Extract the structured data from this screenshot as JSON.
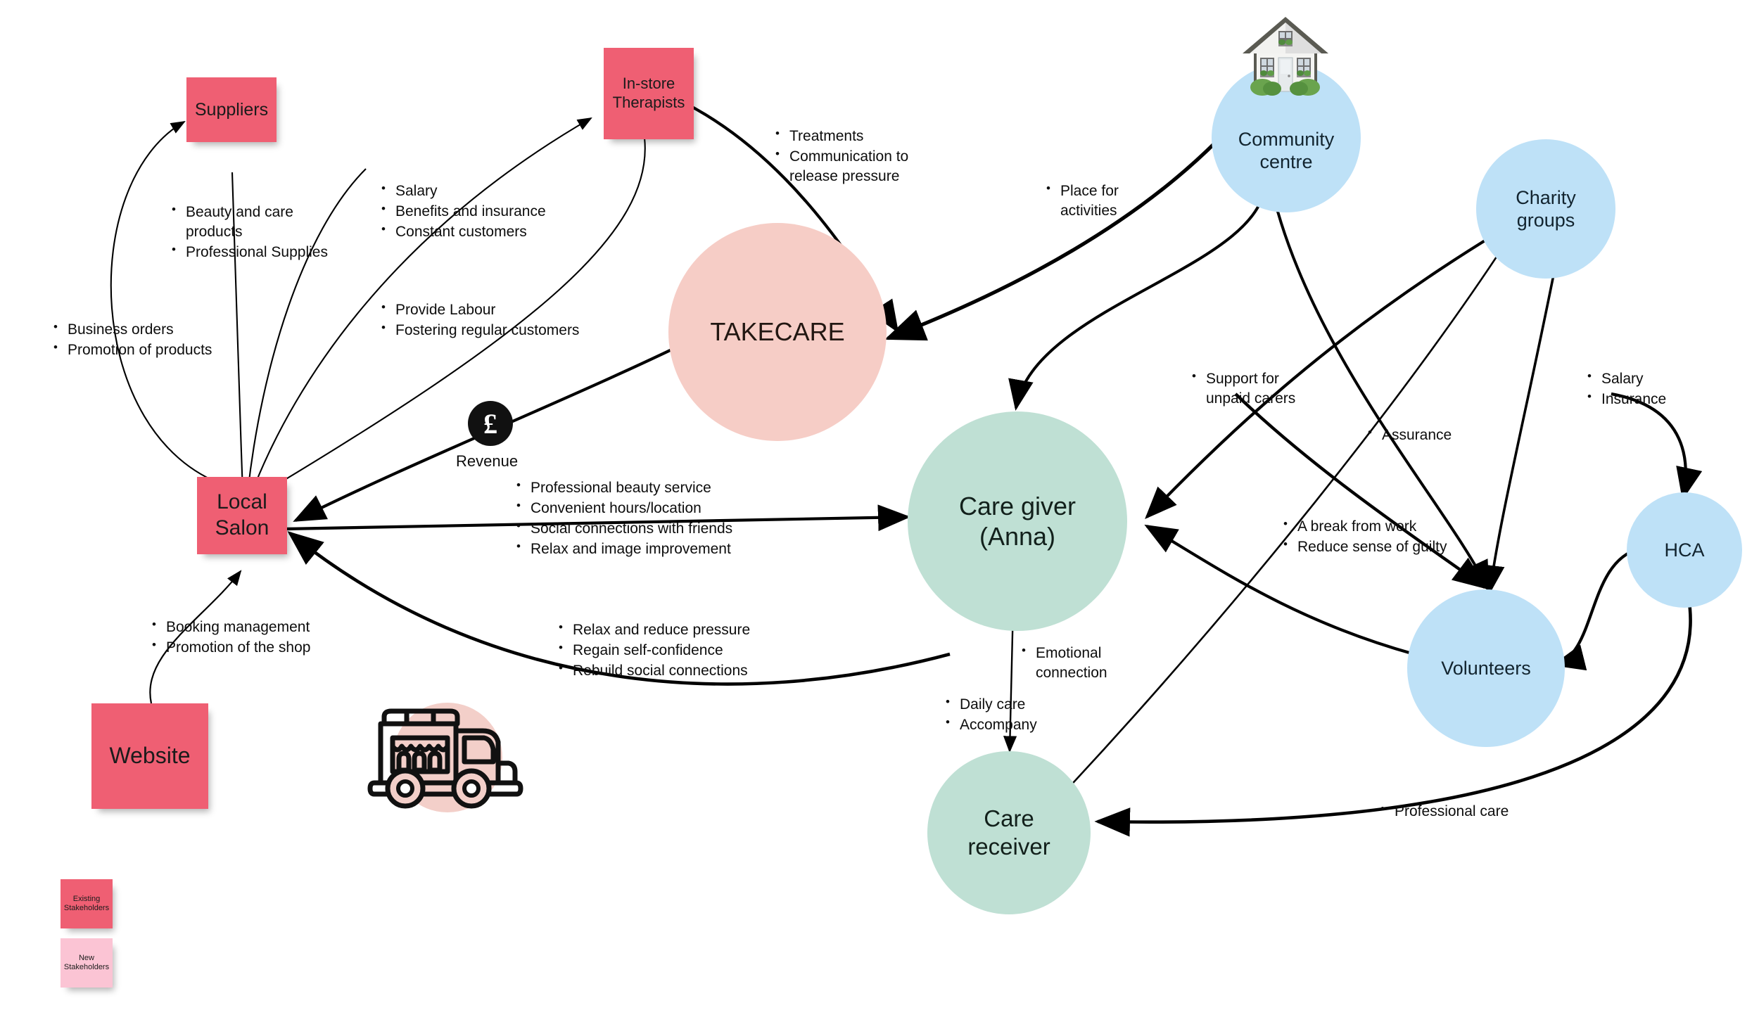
{
  "diagram": {
    "title": "TAKECARE stakeholder ecosystem map",
    "colors": {
      "existing_stakeholder": "#ef5f73",
      "new_stakeholder": "#fbc4d4",
      "service_circle": "#f6cdc6",
      "person_circle": "#bfe0d4",
      "new_partner_circle": "#bee1f7",
      "edge": "#000000",
      "background": "#ffffff"
    },
    "notes": [
      {
        "id": "suppliers",
        "label": "Suppliers"
      },
      {
        "id": "therapists",
        "label": "In-store\nTherapists"
      },
      {
        "id": "salon",
        "label": "Local\nSalon"
      },
      {
        "id": "website",
        "label": "Website"
      }
    ],
    "circles": [
      {
        "id": "takecare",
        "label": "TAKECARE"
      },
      {
        "id": "caregiver",
        "label": "Care giver\n(Anna)"
      },
      {
        "id": "carereceiver",
        "label": "Care\nreceiver"
      },
      {
        "id": "community",
        "label": "Community\ncentre"
      },
      {
        "id": "charity",
        "label": "Charity\ngroups"
      },
      {
        "id": "hca",
        "label": "HCA"
      },
      {
        "id": "volunteers",
        "label": "Volunteers"
      }
    ],
    "icons": {
      "revenue_symbol": "£",
      "revenue_label": "Revenue",
      "van_icon_name": "beauty-van-icon",
      "house_icon_name": "house-icon"
    },
    "edge_labels": {
      "suppliers_to_salon": [
        "Beauty and care products",
        "Professional Supplies"
      ],
      "salon_to_suppliers": [
        "Business orders",
        "Promotion of products"
      ],
      "salon_to_therapists": [
        "Salary",
        "Benefits and insurance",
        "Constant customers"
      ],
      "therapists_to_salon": [
        "Provide Labour",
        "Fostering regular customers"
      ],
      "therapists_to_caregiver": [
        "Treatments",
        "Communication to release pressure"
      ],
      "community_to_caregiver": [
        "Place for activities"
      ],
      "salon_to_caregiver": [
        "Professional beauty service",
        "Convenient hours/location",
        "Social connections with friends",
        "Relax and image improvement"
      ],
      "caregiver_to_salon": [
        "Relax and reduce pressure",
        "Regain self-confidence",
        "Rebuild social connections"
      ],
      "website_to_salon": [
        "Booking management",
        "Promotion of the shop"
      ],
      "charity_to_caregiver": [
        "Support for unpaid carers"
      ],
      "volunteers_to_caregiver": [
        "Assurance"
      ],
      "volunteers_support": [
        "A break from work",
        "Reduce sense of guilty"
      ],
      "charity_to_hca": [
        "Salary",
        "Insurance"
      ],
      "caregiver_to_carereceiver": [
        "Daily care",
        "Accompany"
      ],
      "carereceiver_emotional": [
        "Emotional connection"
      ],
      "hca_to_carereceiver": [
        "Professional care"
      ]
    },
    "legend": [
      {
        "id": "existing",
        "label": "Existing\nStakeholders",
        "color": "#ef5f73"
      },
      {
        "id": "new",
        "label": "New\nStakeholders",
        "color": "#fbc4d4"
      }
    ]
  }
}
